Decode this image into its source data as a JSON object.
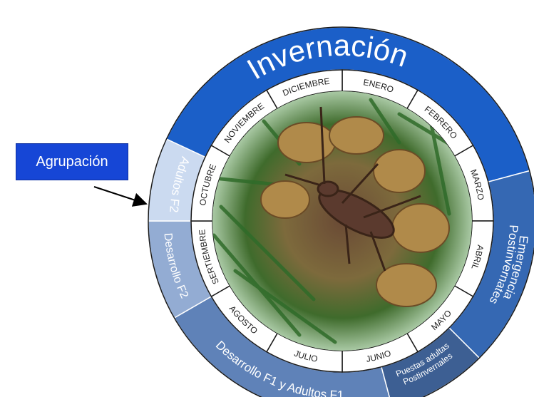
{
  "callout": {
    "label": "Agrupación"
  },
  "months": [
    "ENERO",
    "FEBRERO",
    "MARZO",
    "ABRIL",
    "MAYO",
    "JUNIO",
    "JULIO",
    "AGOSTO",
    "SERTIEMBRE",
    "OCTUBRE",
    "NOVIEMBRE",
    "DICIEMBRE"
  ],
  "phases": {
    "invernacion": "Invernación",
    "emergencia_1": "Emergencia",
    "emergencia_2": "Postinvernates",
    "puestas_1": "Puestas adultas",
    "puestas_2": "Postinvernales",
    "desarrollo_f1": "Desarrollo F1 y Adultos F1",
    "desarrollo_f2": "Desarrollo F2",
    "adultos_f2": "Adultos F2"
  },
  "colors": {
    "invernacion": "#1b5fc8",
    "emergencia": "#3568b3",
    "puestas": "#3d5f93",
    "desarrollo_f1": "#5f82b8",
    "desarrollo_f2": "#93acd3",
    "adultos_f2": "#cbdaf0",
    "callout": "#1646d6"
  },
  "photo": {
    "subject": "insect-on-pine-cone-photo"
  }
}
